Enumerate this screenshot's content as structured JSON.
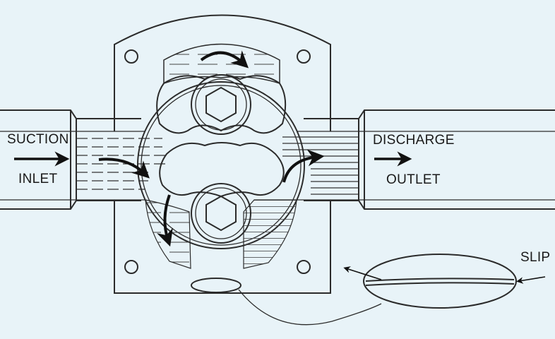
{
  "diagram": {
    "background": "#e8f3f8",
    "line_color": "#2b2b2b",
    "labels": {
      "suction": "SUCTION",
      "inlet": "INLET",
      "discharge": "DISCHARGE",
      "outlet": "OUTLET",
      "slip": "SLIP"
    },
    "icons": [
      "hex-shaft-icon",
      "bolt-hole-icon",
      "flow-arrow-icon"
    ]
  }
}
